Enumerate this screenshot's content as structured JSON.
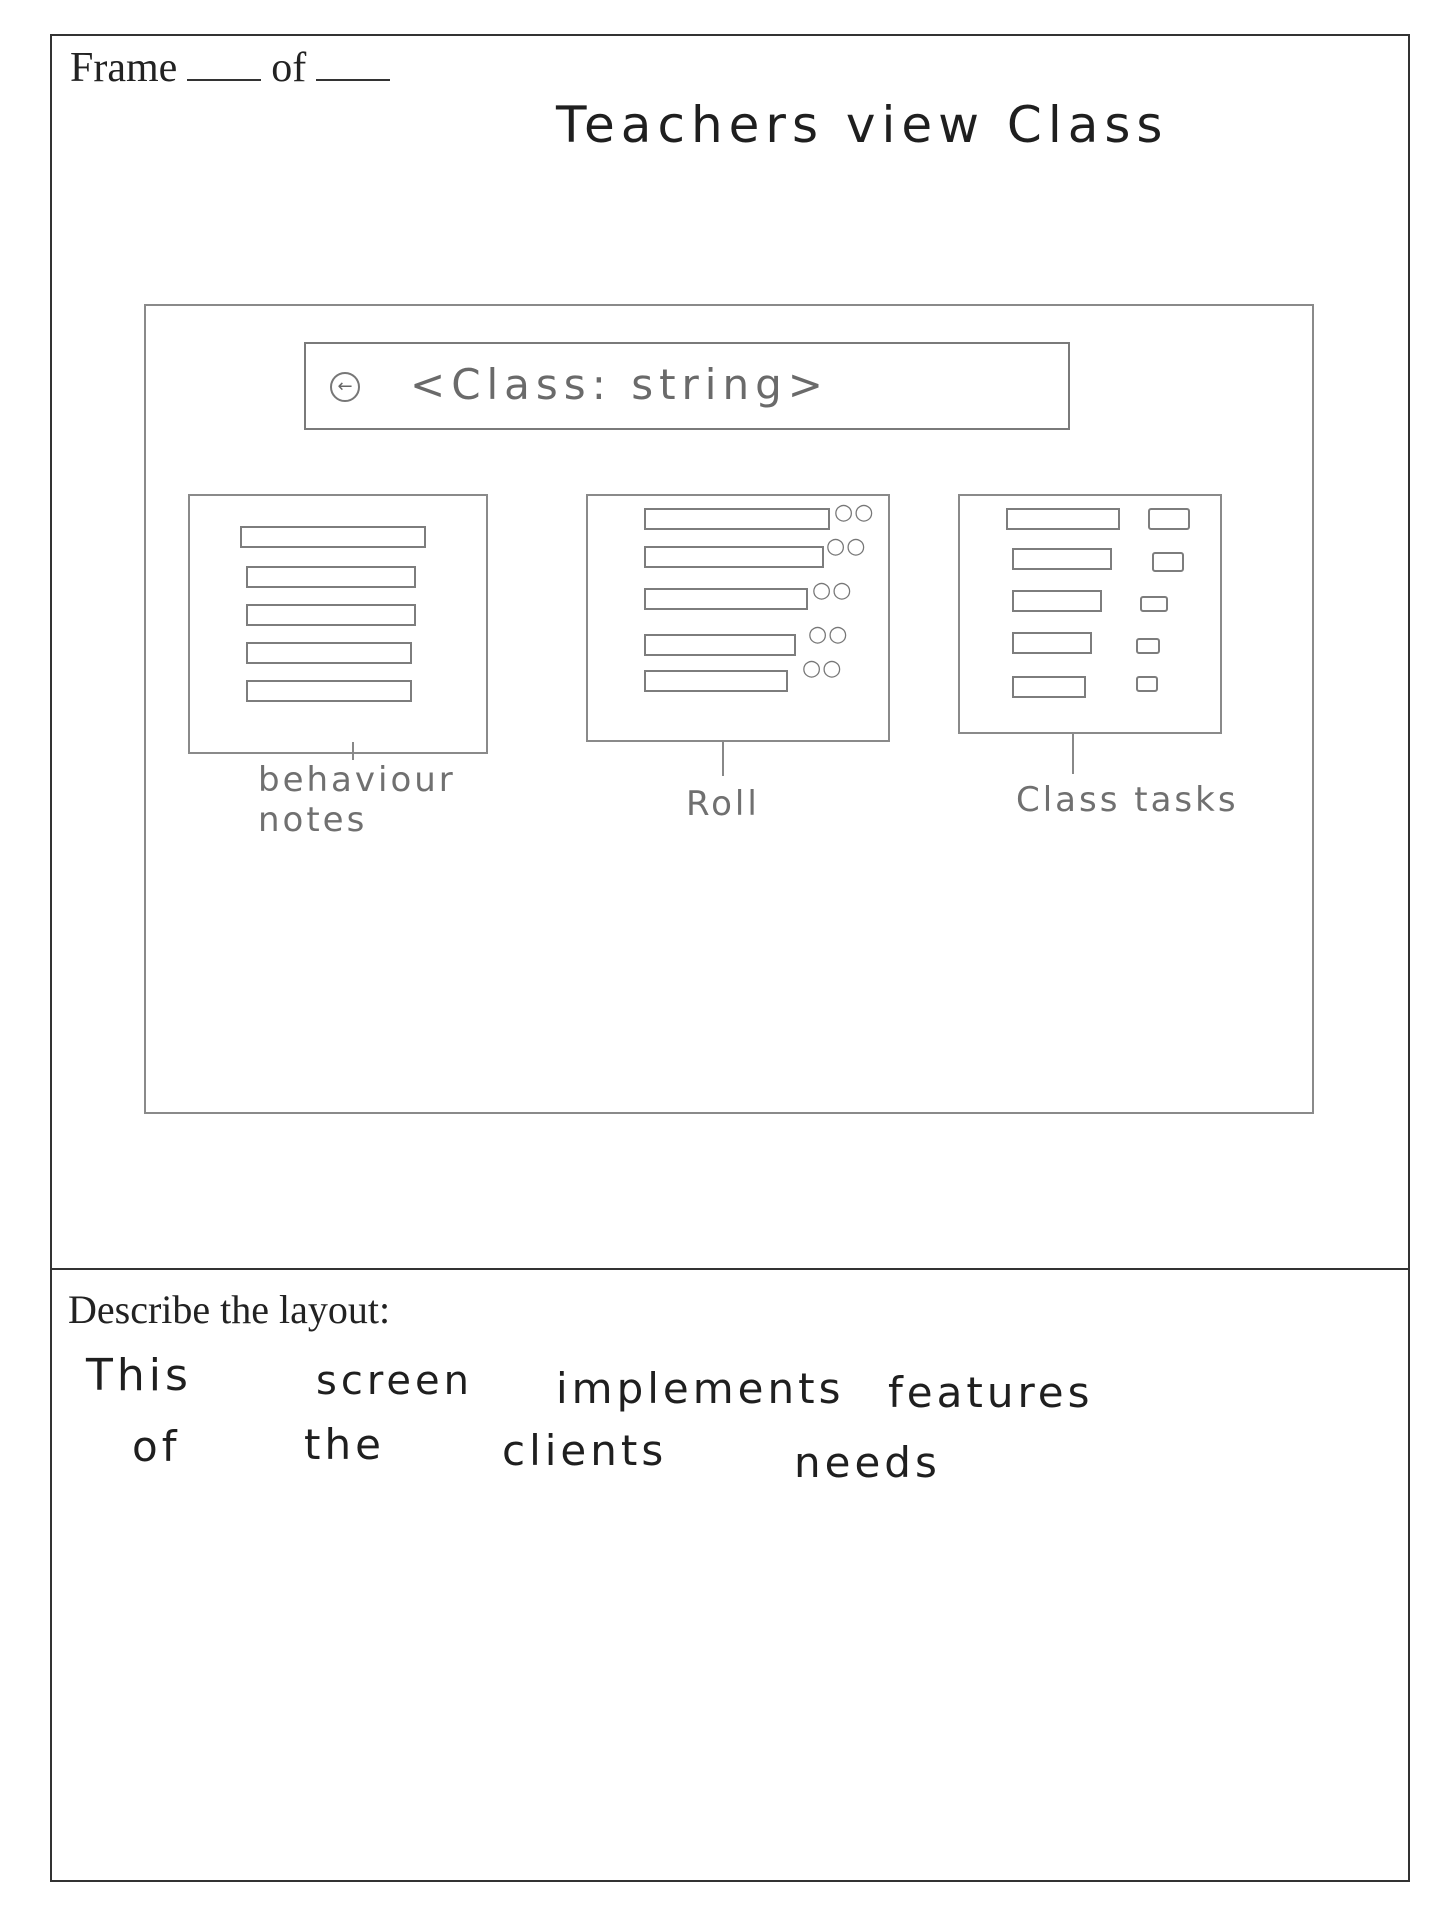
{
  "form": {
    "frame_label": "Frame",
    "of_label": "of",
    "describe_label": "Describe the layout:"
  },
  "sketch": {
    "title": "Teachers view Class",
    "header": {
      "back_icon": "back-arrow-icon",
      "title": "<Class: string>"
    },
    "cards": [
      {
        "label": "behaviour notes"
      },
      {
        "label": "Roll"
      },
      {
        "label": "Class tasks"
      }
    ]
  },
  "description": {
    "line1_words": [
      "This",
      "screen",
      "implements",
      "features"
    ],
    "line2_words": [
      "of",
      "the",
      "clients",
      "needs"
    ]
  }
}
